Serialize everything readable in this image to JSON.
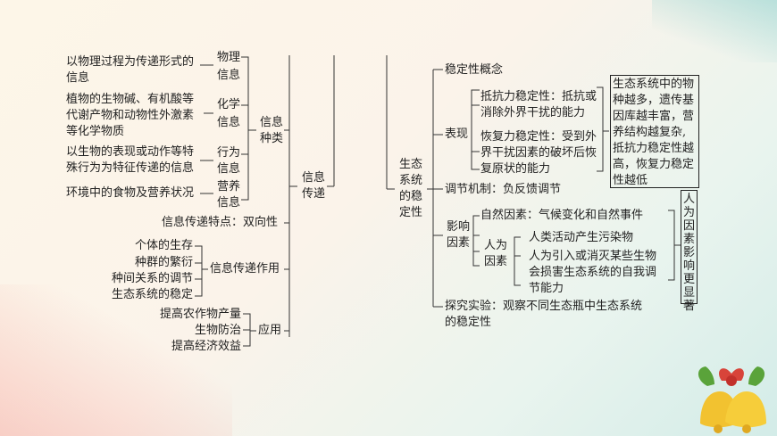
{
  "left_map": {
    "info_types": [
      {
        "example_lines": [
          "以物理过程为传递形式的",
          "信息"
        ],
        "type_lines": [
          "物理",
          "信息"
        ]
      },
      {
        "example_lines": [
          "植物的生物碱、有机酸等",
          "代谢产物和动物性外激素",
          "等化学物质"
        ],
        "type_lines": [
          "化学",
          "信息"
        ]
      },
      {
        "example_lines": [
          "以生物的表现或动作等特",
          "殊行为为特征传递的信息"
        ],
        "type_lines": [
          "行为",
          "信息"
        ]
      },
      {
        "example_lines": [
          "环境中的食物及营养状况"
        ],
        "type_lines": [
          "营养",
          "信息"
        ]
      }
    ],
    "info_types_label": "信息种类",
    "feature": "信息传递特点：双向性",
    "functions": [
      "个体的生存",
      "种群的繁衍",
      "种间关系的调节",
      "生态系统的稳定"
    ],
    "functions_label": "信息传递作用",
    "applications": [
      "提高农作物产量",
      "生物防治",
      "提高经济效益"
    ],
    "applications_label": "应用",
    "root_label": "信息传递"
  },
  "right_map": {
    "root_label": "生态系统的稳定性",
    "concept": "稳定性概念",
    "performance_label": "表现",
    "resistance_lines": [
      "抵抗力稳定性：抵抗或",
      "消除外界干扰的能力"
    ],
    "resilience_lines": [
      "恢复力稳定性：受到外",
      "界干扰因素的破坏后恢",
      "复原状的能力"
    ],
    "box_note_lines": [
      "生态系统中的物",
      "种越多，遗传基",
      "因库越丰富，营",
      "养结构越复杂,",
      "抵抗力稳定性越",
      "高，恢复力稳定",
      "性越低"
    ],
    "regulation": "调节机制：负反馈调节",
    "factors_label": "影响因素",
    "natural_factor": "自然因素：气候变化和自然事件",
    "human_label": "人为因素",
    "human_items": [
      [
        "人类活动产生污染物"
      ],
      [
        "人为引入或消灭某些生物",
        "会损害生态系统的自我调",
        "节能力"
      ]
    ],
    "human_note": "人为因素影响更显著",
    "experiment_lines": [
      "探究实验：观察不同生态瓶中生态系统",
      "的稳定性"
    ]
  },
  "decoration": {
    "icon": "christmas-bells-icon"
  }
}
